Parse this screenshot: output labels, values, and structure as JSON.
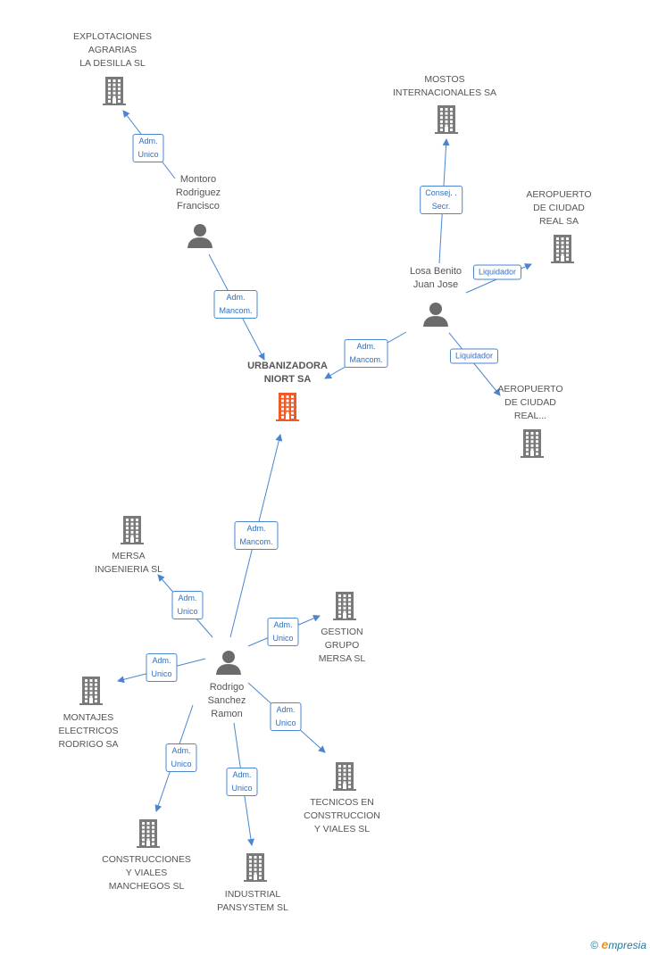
{
  "colors": {
    "edge": "#4a86d0",
    "building": "#7a7a7a",
    "building_center": "#f05a28",
    "person": "#6b6b6b"
  },
  "nodes": [
    {
      "id": "urbanizadora",
      "type": "building",
      "highlight": true,
      "label": "URBANIZADORA\nNIORT SA"
    },
    {
      "id": "explotaciones",
      "type": "building",
      "label": "EXPLOTACIONES\nAGRARIAS\nLA DESILLA SL"
    },
    {
      "id": "montoro",
      "type": "person",
      "label": "Montoro\nRodriguez\nFrancisco"
    },
    {
      "id": "mostos",
      "type": "building",
      "label": "MOSTOS\nINTERNACIONALES SA"
    },
    {
      "id": "aero1",
      "type": "building",
      "label": "AEROPUERTO\nDE CIUDAD\nREAL SA"
    },
    {
      "id": "losa",
      "type": "person",
      "label": "Losa Benito\nJuan Jose"
    },
    {
      "id": "aero2",
      "type": "building",
      "label": "AEROPUERTO\nDE CIUDAD\nREAL..."
    },
    {
      "id": "mersa_ing",
      "type": "building",
      "label": "MERSA\nINGENIERIA SL"
    },
    {
      "id": "gestion",
      "type": "building",
      "label": "GESTION\nGRUPO\nMERSA SL"
    },
    {
      "id": "rodrigo",
      "type": "person",
      "label": "Rodrigo\nSanchez\nRamon"
    },
    {
      "id": "montajes",
      "type": "building",
      "label": "MONTAJES\nELECTRICOS\nRODRIGO SA"
    },
    {
      "id": "tecnicos",
      "type": "building",
      "label": "TECNICOS EN\nCONSTRUCCION\nY VIALES SL"
    },
    {
      "id": "construcciones",
      "type": "building",
      "label": "CONSTRUCCIONES\nY VIALES\nMANCHEGOS SL"
    },
    {
      "id": "industrial",
      "type": "building",
      "label": "INDUSTRIAL\nPANSYSTEM SL"
    }
  ],
  "edges": [
    {
      "from": "montoro",
      "to": "explotaciones",
      "label": "Adm.\nUnico"
    },
    {
      "from": "montoro",
      "to": "urbanizadora",
      "label": "Adm.\nMancom."
    },
    {
      "from": "losa",
      "to": "mostos",
      "label": "Consej. .\nSecr."
    },
    {
      "from": "losa",
      "to": "aero1",
      "label": "Liquidador"
    },
    {
      "from": "losa",
      "to": "urbanizadora",
      "label": "Adm.\nMancom."
    },
    {
      "from": "losa",
      "to": "aero2",
      "label": "Liquidador"
    },
    {
      "from": "rodrigo",
      "to": "urbanizadora",
      "label": "Adm.\nMancom."
    },
    {
      "from": "rodrigo",
      "to": "mersa_ing",
      "label": "Adm.\nUnico"
    },
    {
      "from": "rodrigo",
      "to": "gestion",
      "label": "Adm.\nUnico"
    },
    {
      "from": "rodrigo",
      "to": "montajes",
      "label": "Adm.\nUnico"
    },
    {
      "from": "rodrigo",
      "to": "tecnicos",
      "label": "Adm.\nUnico"
    },
    {
      "from": "rodrigo",
      "to": "construcciones",
      "label": "Adm.\nUnico"
    },
    {
      "from": "rodrigo",
      "to": "industrial",
      "label": "Adm.\nUnico"
    }
  ],
  "footer": {
    "copyright": "©",
    "brand_initial": "e",
    "brand_rest": "mpresia"
  }
}
